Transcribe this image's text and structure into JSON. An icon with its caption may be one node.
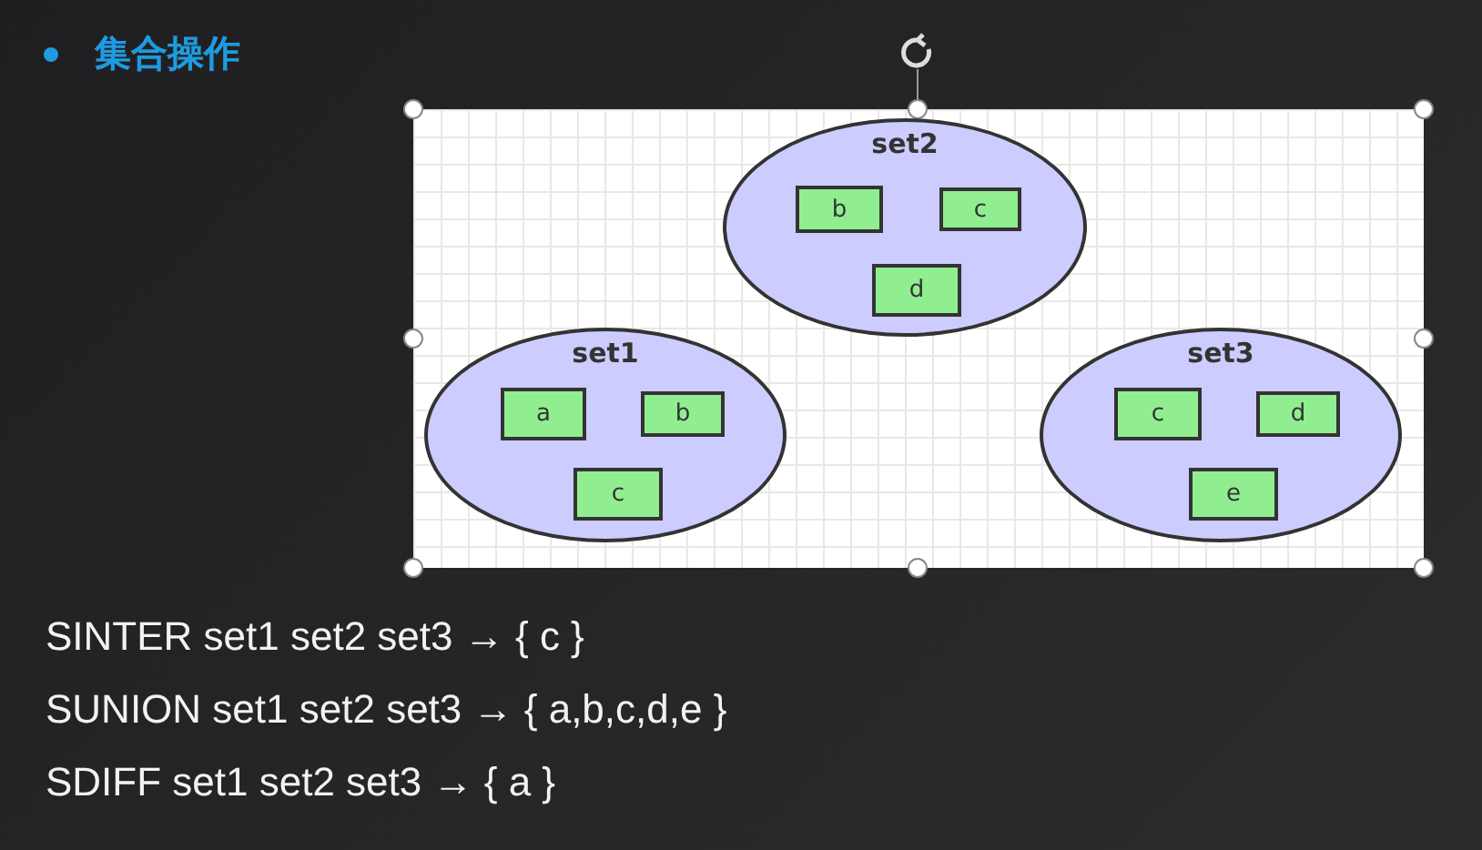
{
  "diagram": {
    "title": "集合操作",
    "nodes": [
      {
        "text": [
          "set2"
        ]
      },
      {
        "text": [
          "b"
        ],
        "in": 0
      },
      {
        "text": [
          "c"
        ],
        "in": 0
      },
      {
        "text": [
          "d"
        ],
        "in": 0
      },
      {
        "text": [
          "set1"
        ]
      },
      {
        "text": [
          "a"
        ],
        "in": 4
      },
      {
        "text": [
          "b"
        ],
        "in": 4
      },
      {
        "text": [
          "c"
        ],
        "in": 4
      },
      {
        "text": [
          "set3"
        ]
      },
      {
        "text": [
          "c"
        ],
        "in": 8
      },
      {
        "text": [
          "d"
        ],
        "in": 8
      },
      {
        "text": [
          "e"
        ],
        "in": 8
      }
    ],
    "labels": [
      "SINTER set1 set2 set3 → { c }",
      "SUNION set1 set2 set3 → { a,b,c,d,e }",
      "SDIFF set1 set2 set3 → { a }"
    ]
  }
}
